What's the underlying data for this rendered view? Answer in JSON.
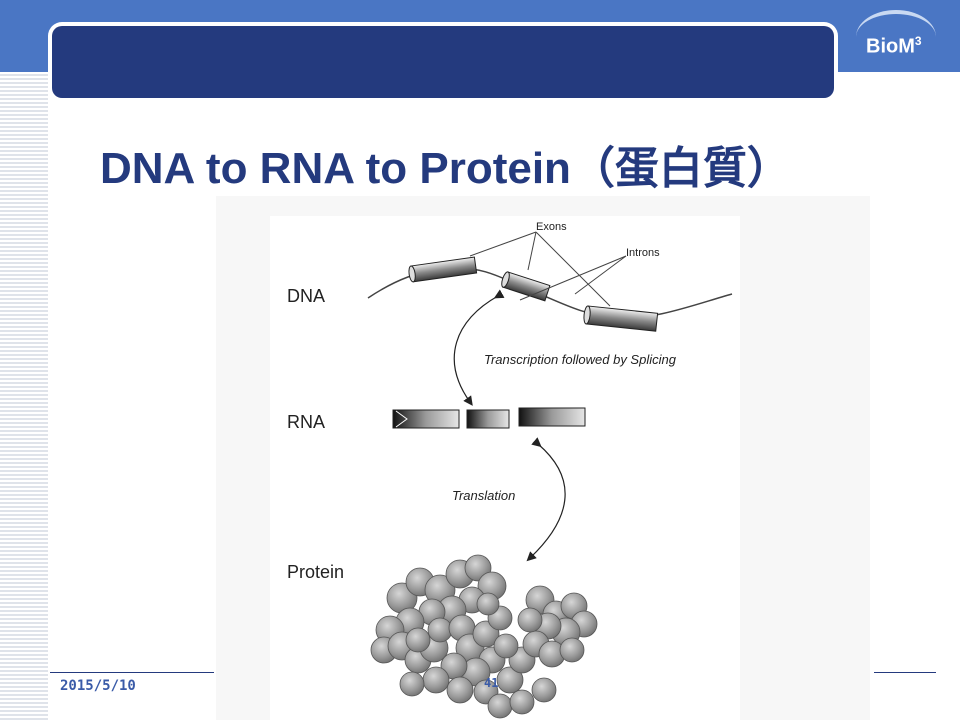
{
  "slide": {
    "title": "DNA to RNA to Protein（蛋白質）",
    "logo": {
      "text": "BioM",
      "superscript": "3"
    },
    "footer": {
      "date": "2015/5/10",
      "page_number": "41"
    }
  },
  "diagram": {
    "labels": {
      "dna": "DNA",
      "rna": "RNA",
      "protein": "Protein",
      "exons": "Exons",
      "introns": "Introns",
      "transcription": "Transcription followed by Splicing",
      "translation": "Translation"
    }
  },
  "colors": {
    "top_bar": "#4a76c4",
    "title_banner": "#243a7e",
    "title_text": "#243a7e",
    "footer_text": "#3a5ba8"
  }
}
